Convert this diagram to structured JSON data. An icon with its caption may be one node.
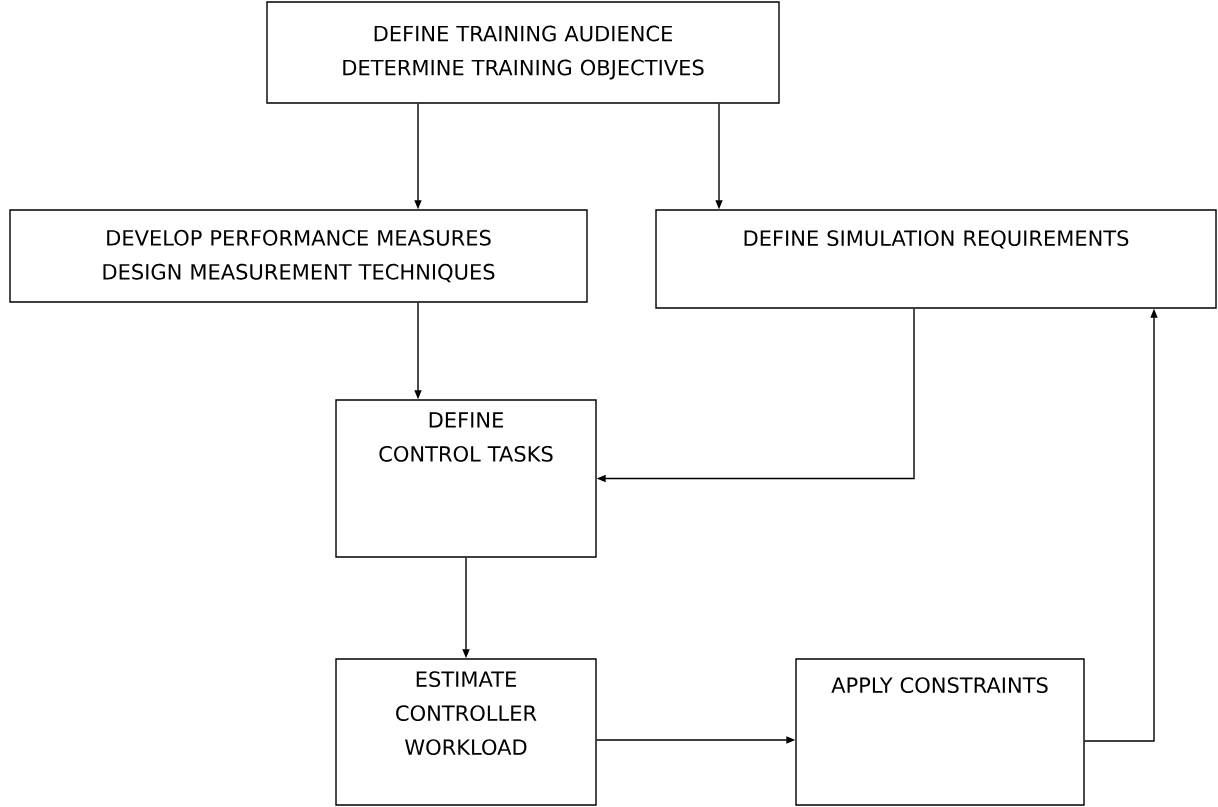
{
  "diagram": {
    "nodes": [
      {
        "text": [
          "DEFINE TRAINING AUDIENCE",
          "DETERMINE TRAINING OBJECTIVES"
        ]
      },
      {
        "text": [
          "DEVELOP PERFORMANCE MEASURES",
          "DESIGN MEASUREMENT TECHNIQUES"
        ]
      },
      {
        "text": [
          "DEFINE SIMULATION REQUIREMENTS"
        ]
      },
      {
        "text": [
          "DEFINE CONTROL TASKS"
        ]
      },
      {
        "text": [
          "ESTIMATE CONTROLLER WORKLOAD"
        ]
      },
      {
        "text": [
          "APPLY CONSTRAINTS"
        ]
      }
    ],
    "edges": [
      {
        "from": 0,
        "to": 1,
        "arrow": "to"
      },
      {
        "from": 0,
        "to": 2,
        "arrow": "to"
      },
      {
        "from": 1,
        "to": 3,
        "arrow": "to"
      },
      {
        "from": 2,
        "to": 3,
        "arrow": "to"
      },
      {
        "from": 3,
        "to": 4,
        "arrow": "to"
      },
      {
        "from": 4,
        "to": 5,
        "arrow": "to"
      },
      {
        "from": 5,
        "to": 2,
        "arrow": "to"
      }
    ]
  }
}
